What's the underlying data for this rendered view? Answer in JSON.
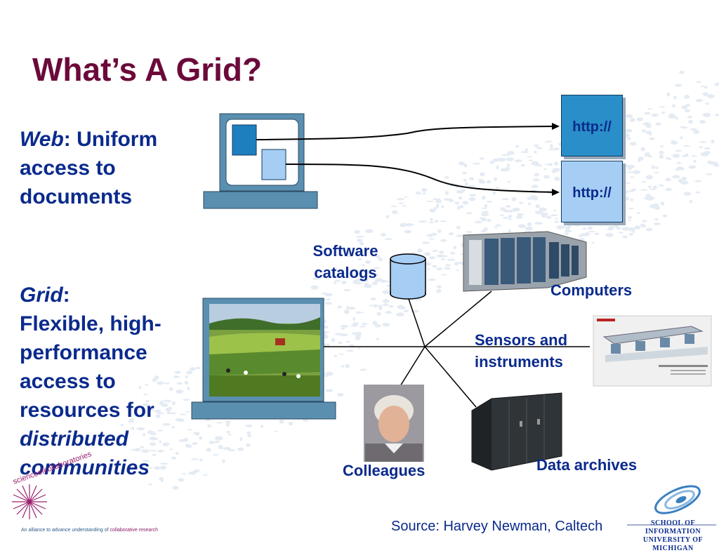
{
  "slide": {
    "title": "What’s A Grid?",
    "web": {
      "term": "Web",
      "rest": ": Uniform access to documents"
    },
    "grid": {
      "term": "Grid",
      "colon": ":",
      "body": "Flexible, high-performance access to resources for",
      "emph": "distributed communities"
    },
    "http_label": "http://",
    "labels": {
      "software": "Software catalogs",
      "computers": "Computers",
      "sensors": "Sensors and instruments",
      "colleagues": "Colleagues",
      "archives": "Data archives"
    },
    "source": "Source: Harvey Newman, Caltech",
    "logo_right": {
      "line1": "SCHOOL OF INFORMATION",
      "line2": "UNIVERSITY OF MICHIGAN"
    },
    "logo_left": {
      "word": "scienceofcollaboratories",
      "tagline_a": "An alliance to advance understanding of",
      "tagline_b": "collaborative research"
    }
  },
  "colors": {
    "title": "#6b0a3a",
    "text": "#0a2a8c",
    "monitor": "#5a8fb0"
  }
}
